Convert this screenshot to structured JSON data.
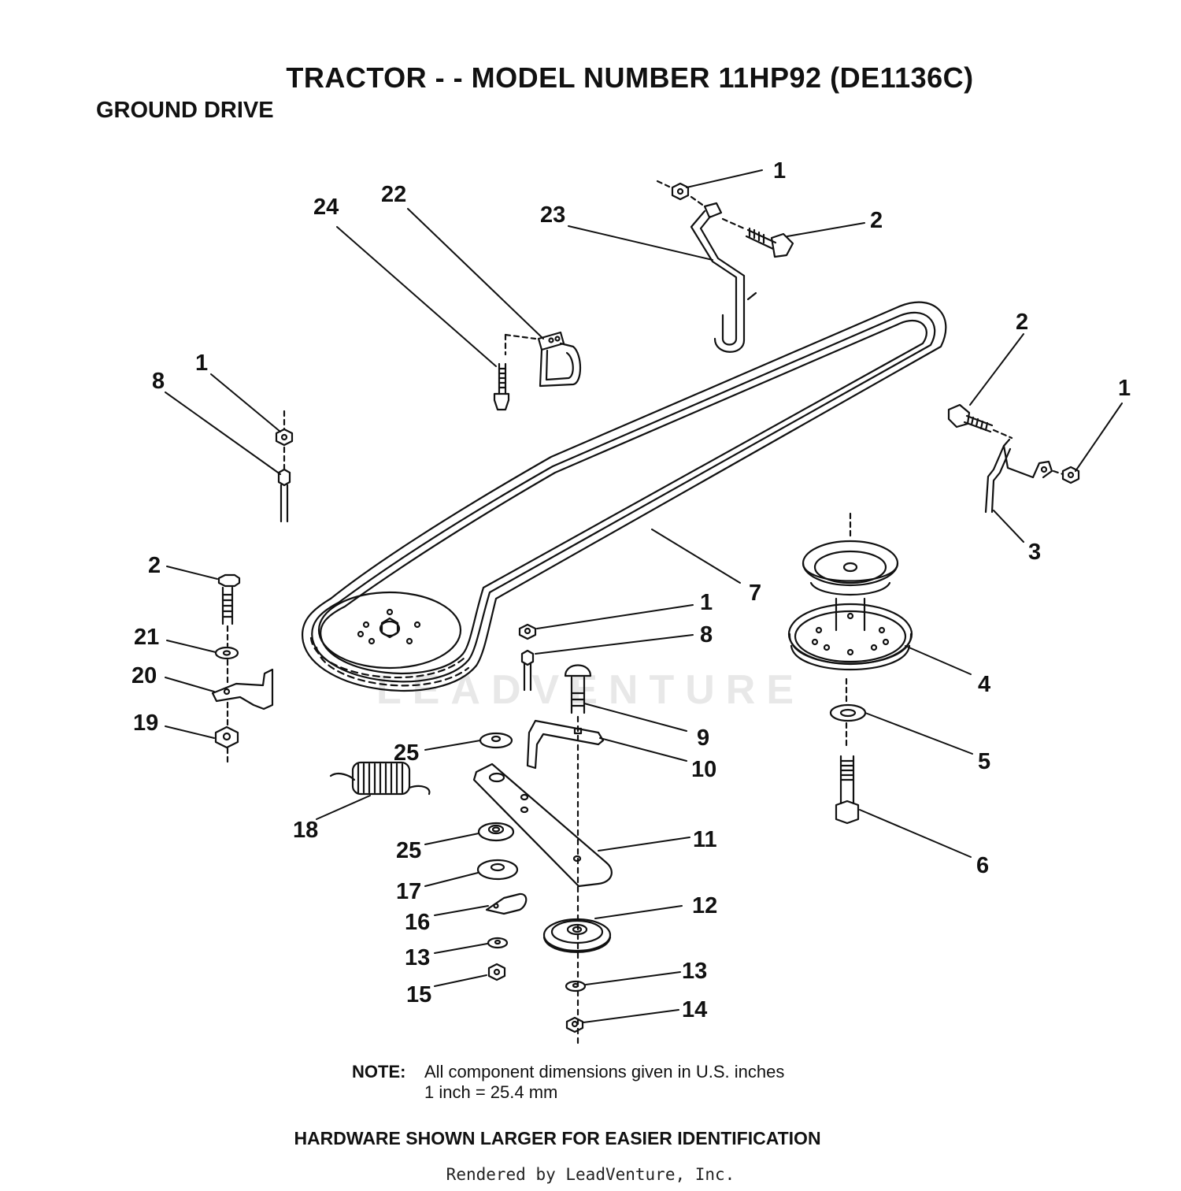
{
  "header": {
    "title": "TRACTOR - - MODEL NUMBER 11HP92 (DE1136C)",
    "subtitle": "GROUND DRIVE"
  },
  "watermark": "LEADVENTURE",
  "callouts": [
    "1",
    "2",
    "23",
    "22",
    "24",
    "1",
    "8",
    "2",
    "1",
    "3",
    "7",
    "2",
    "1",
    "8",
    "4",
    "21",
    "20",
    "19",
    "9",
    "25",
    "10",
    "5",
    "18",
    "11",
    "6",
    "25",
    "17",
    "16",
    "12",
    "13",
    "15",
    "13",
    "14"
  ],
  "note": {
    "label": "NOTE:",
    "line1": "All component dimensions given in U.S. inches",
    "line2": "1 inch = 25.4 mm"
  },
  "hardware_note": "HARDWARE SHOWN LARGER FOR EASIER IDENTIFICATION",
  "rendered_by": "Rendered by LeadVenture, Inc."
}
